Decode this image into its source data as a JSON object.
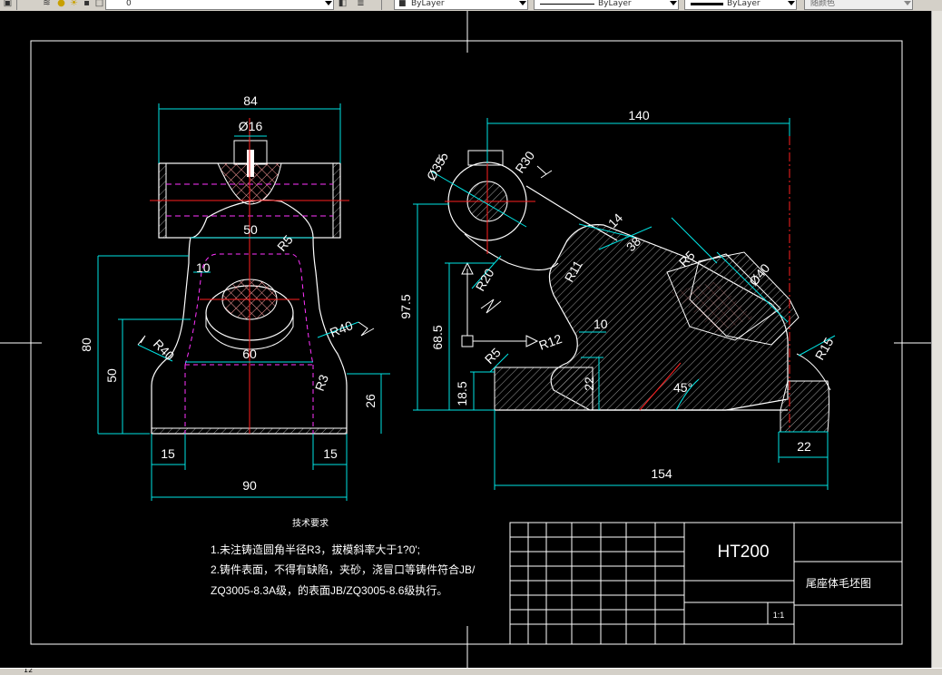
{
  "toolbar": {
    "layer_value": "0",
    "color_value": "ByLayer",
    "linetype_value": "ByLayer",
    "lineweight_value": "ByLayer",
    "plotstyle_value": "随颜色"
  },
  "front_view": {
    "dim_84": "84",
    "dim_phi16": "Ø16",
    "dim_50": "50",
    "dim_r5": "R5",
    "dim_10": "10",
    "dim_r40_left": "R40",
    "dim_r40_right": "R40",
    "dim_60": "60",
    "dim_80": "80",
    "dim_50v": "50",
    "dim_r3": "R3",
    "dim_26": "26",
    "dim_15_left": "15",
    "dim_15_right": "15",
    "dim_90": "90"
  },
  "side_view": {
    "dim_140": "140",
    "dim_5": "5",
    "dim_phi35": "Ø35",
    "dim_r30": "R30",
    "dim_14": "14",
    "dim_38": "38",
    "dim_r5_top": "R5",
    "dim_phi40": "Ø40",
    "dim_r20": "R20",
    "dim_r11": "R11",
    "dim_97_5": "97.5",
    "dim_68_5": "68.5",
    "dim_10": "10",
    "dim_r12": "R12",
    "dim_r5_bottom": "R5",
    "dim_22_mid": "22",
    "dim_18_5": "18.5",
    "dim_45": "45°",
    "dim_r15": "R15",
    "dim_22_right": "22",
    "dim_154": "154"
  },
  "notes": {
    "title": "技术要求",
    "line1": "1.未注铸造圆角半径R3，拔模斜率大于1?0';",
    "line2": "2.铸件表面，不得有缺陷，夹砂，浇冒口等铸件符合JB/",
    "line3": "ZQ3005-8.3A级，的表面JB/ZQ3005-8.6级执行。"
  },
  "title_block": {
    "material": "HT200",
    "part_name": "尾座体毛坯图",
    "scale": "1:1"
  },
  "status": {
    "left_text": "12"
  }
}
